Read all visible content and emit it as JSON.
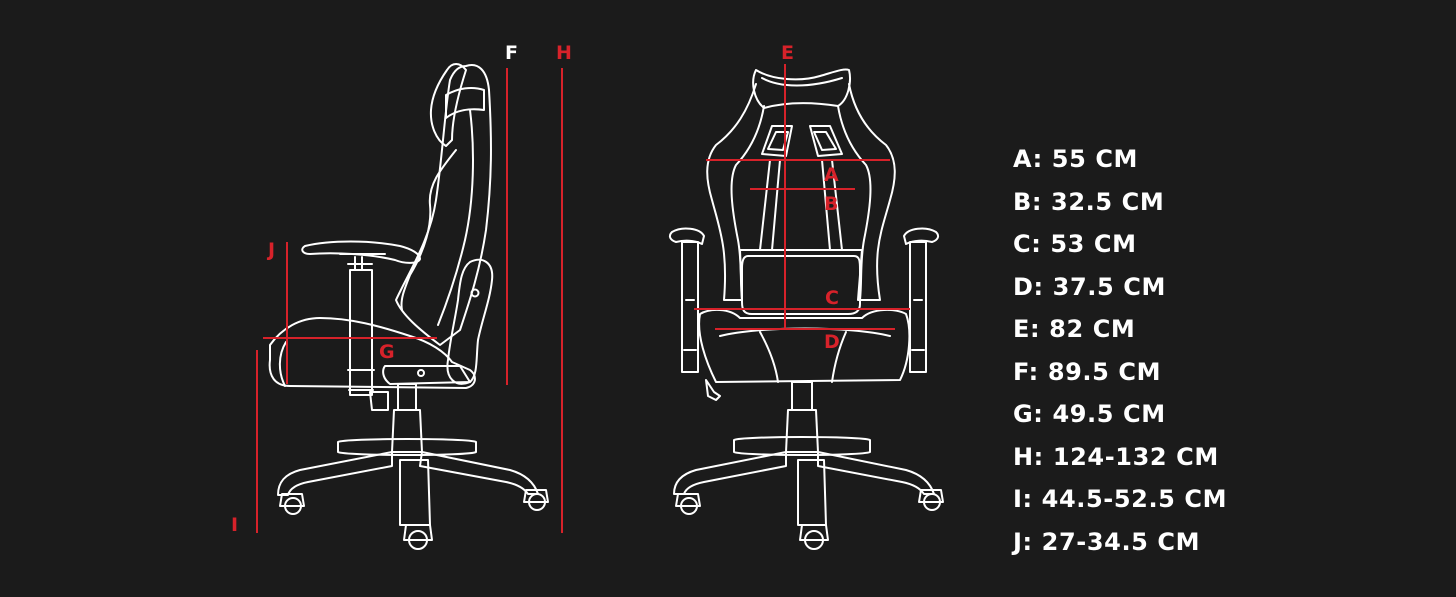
{
  "colors": {
    "background": "#1b1b1b",
    "outline": "#ffffff",
    "dimension": "#d7222a",
    "text": "#ffffff"
  },
  "diagram_labels": {
    "A": "A",
    "B": "B",
    "C": "C",
    "D": "D",
    "E": "E",
    "F": "F",
    "G": "G",
    "H": "H",
    "I": "I",
    "J": "J"
  },
  "specs": [
    "A: 55 CM",
    "B: 32.5 CM",
    "C: 53 CM",
    "D: 37.5 CM",
    "E: 82 CM",
    "F: 89.5 CM",
    "G: 49.5 CM",
    "H: 124-132 CM",
    "I: 44.5-52.5 CM",
    "J: 27-34.5 CM"
  ]
}
